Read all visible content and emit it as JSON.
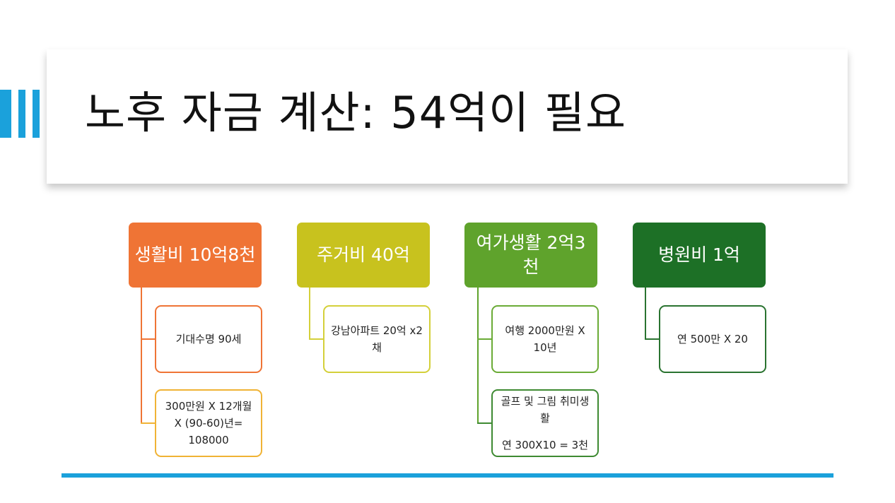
{
  "slide": {
    "title": "노후 자금 계산: 54억이 필요"
  },
  "categories": [
    {
      "label": "생활비 10억8천",
      "color": "#ef7435",
      "children": [
        {
          "lines": [
            "기대수명 90세"
          ],
          "border": "#ef7435"
        },
        {
          "lines": [
            "300만원 X 12개월",
            "X (90-60)년=",
            "108000"
          ],
          "border": "#f0b335"
        }
      ]
    },
    {
      "label": "주거비 40억",
      "color": "#c8c21e",
      "children": [
        {
          "lines": [
            "강남아파트 20억 x2채"
          ],
          "border": "#d4d03a"
        }
      ]
    },
    {
      "label": "여가생활 2억3천",
      "color": "#5fa32c",
      "children": [
        {
          "lines": [
            "여행 2000만원 X 10년"
          ],
          "border": "#6aab36"
        },
        {
          "lines": [
            "골프 및 그림 취미생활"
          ],
          "extra": "연 300X10 = 3천",
          "border": "#3e8a32"
        }
      ]
    },
    {
      "label": "병원비 1억",
      "color": "#1d7026",
      "children": [
        {
          "lines": [
            "연 500만 X 20"
          ],
          "border": "#2a7330"
        }
      ]
    }
  ]
}
